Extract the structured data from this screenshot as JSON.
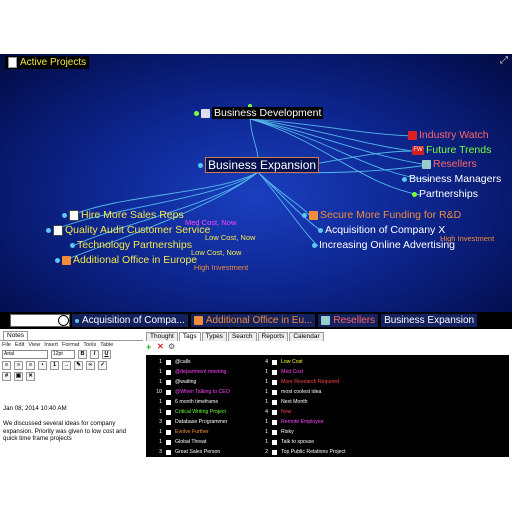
{
  "header": {
    "title": "Active  Projects"
  },
  "brain": {
    "nodes": {
      "business_development": "Business Development",
      "business_expansion": "Business Expansion",
      "industry_watch": "Industry Watch",
      "future_trends": "Future Trends",
      "resellers": "Resellers",
      "business_managers": "Business Managers",
      "partnerships": "Partnerships",
      "hire_more_sales_reps": "Hire More Sales Reps",
      "quality_audit": "Quality Audit Customer Service",
      "technology_partnerships": "Technology Partnerships",
      "additional_office": "Additional Office in Europe",
      "secure_more_funding": "Secure More Funding for R&D",
      "acquisition_company_x": "Acquisition of Company X",
      "increasing_online_advertising": "Increasing Online Advertising"
    },
    "tags": {
      "med_cost_now": "Med Cost, Now",
      "low_cost_now_1": "Low Cost, Now",
      "low_cost_now_2": "Low Cost, Now",
      "high_investment_1": "High Investment",
      "high_investment_2": "High Investment"
    },
    "badges": {
      "fw": "FW"
    }
  },
  "history": {
    "items": [
      "Acquisition of Compa...",
      "Additional Office in Eu...",
      "Resellers",
      "Business Expansion"
    ]
  },
  "notes": {
    "tab_label": "Notes",
    "menu": [
      "File",
      "Edit",
      "View",
      "Insert",
      "Format",
      "Tools",
      "Table"
    ],
    "font": "Arial",
    "size": "12pt",
    "bold": "B",
    "italic": "I",
    "underline": "U",
    "timestamp": "Jan 08, 2014 10:40 AM",
    "body": "We discussed several ideas for company expansion. Priority was given to low cost and quick time frame projects"
  },
  "tags_panel": {
    "tabs": [
      "Thought",
      "Tags",
      "Types",
      "Search",
      "Reports",
      "Calendar"
    ],
    "active_tab": "Tags",
    "left": [
      {
        "n": "1",
        "label": "@calls",
        "color": "#ffffff"
      },
      {
        "n": "1",
        "label": "@department meeting",
        "color": "#ff44ff"
      },
      {
        "n": "1",
        "label": "@waiting",
        "color": "#ffffff"
      },
      {
        "n": "10",
        "label": "@When Talking to CEO",
        "color": "#ff44ff"
      },
      {
        "n": "1",
        "label": "6 month timeframe",
        "color": "#ffffff"
      },
      {
        "n": "1",
        "label": "Critical Writing Project",
        "color": "#66ff33"
      },
      {
        "n": "3",
        "label": "Database Programmer",
        "color": "#ffffff"
      },
      {
        "n": "1",
        "label": "Evolve Further",
        "color": "#ff9933"
      },
      {
        "n": "1",
        "label": "Global Threat",
        "color": "#ffffff"
      },
      {
        "n": "3",
        "label": "Great Sales Person",
        "color": "#ffffff"
      }
    ],
    "right": [
      {
        "n": "4",
        "label": "Low Cost",
        "color": "#ffff33"
      },
      {
        "n": "1",
        "label": "Med Cost",
        "color": "#ff44ff"
      },
      {
        "n": "1",
        "label": "More Research Required",
        "color": "#ff4444"
      },
      {
        "n": "1",
        "label": "most coolest idea",
        "color": "#ffffff"
      },
      {
        "n": "1",
        "label": "Next Month",
        "color": "#ffffff"
      },
      {
        "n": "4",
        "label": "Now",
        "color": "#ff4444"
      },
      {
        "n": "1",
        "label": "Remote Employee",
        "color": "#ff44ff"
      },
      {
        "n": "1",
        "label": "Risky",
        "color": "#ffffff"
      },
      {
        "n": "1",
        "label": "Talk to spouse",
        "color": "#ffffff"
      },
      {
        "n": "2",
        "label": "Top Public Relations Project",
        "color": "#ffffff"
      }
    ]
  },
  "colors": {
    "yellow_node": "#f4e84a",
    "orange_node": "#f08c3a",
    "red_node": "#ff3b3b",
    "green_node": "#7cff3c",
    "magenta_tag": "#ff44ff",
    "green_tag": "#66ff33",
    "orange_tag": "#ff9933",
    "link": "#5bc7f2"
  }
}
